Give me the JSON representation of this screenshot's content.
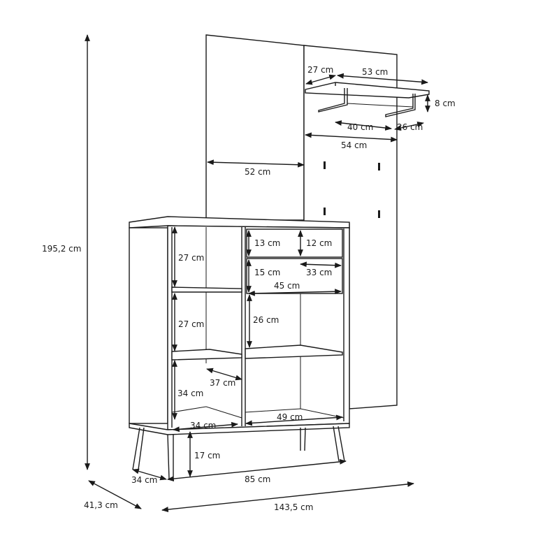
{
  "diagram": {
    "line_color": "#1a1a1a",
    "background": "#ffffff",
    "dimensions": [
      {
        "id": "total-height",
        "label": "195,2 cm"
      },
      {
        "id": "shelf-depth",
        "label": "27 cm"
      },
      {
        "id": "shelf-width",
        "label": "53 cm"
      },
      {
        "id": "shelf-height",
        "label": "8 cm"
      },
      {
        "id": "rail-width",
        "label": "40 cm"
      },
      {
        "id": "rail-depth",
        "label": "26 cm"
      },
      {
        "id": "right-panel-width",
        "label": "54 cm"
      },
      {
        "id": "left-panel-width",
        "label": "52 cm"
      },
      {
        "id": "top-left-cubby-height",
        "label": "27 cm"
      },
      {
        "id": "drawer1-outer-height",
        "label": "13 cm"
      },
      {
        "id": "drawer1-inner-height",
        "label": "12 cm"
      },
      {
        "id": "drawer2-outer-height",
        "label": "15 cm"
      },
      {
        "id": "drawer-depth",
        "label": "33 cm"
      },
      {
        "id": "drawer-width",
        "label": "45 cm"
      },
      {
        "id": "mid-left-cubby-height",
        "label": "27 cm"
      },
      {
        "id": "right-upper-compartment-height",
        "label": "26 cm"
      },
      {
        "id": "cubby-depth",
        "label": "37 cm"
      },
      {
        "id": "bottom-left-cubby-height",
        "label": "34 cm"
      },
      {
        "id": "left-cubby-width",
        "label": "34 cm"
      },
      {
        "id": "right-compartment-width",
        "label": "49 cm"
      },
      {
        "id": "leg-height",
        "label": "17 cm"
      },
      {
        "id": "cabinet-depth",
        "label": "34 cm"
      },
      {
        "id": "cabinet-width",
        "label": "85 cm"
      },
      {
        "id": "total-depth",
        "label": "41,3 cm"
      },
      {
        "id": "total-width",
        "label": "143,5 cm"
      }
    ]
  }
}
